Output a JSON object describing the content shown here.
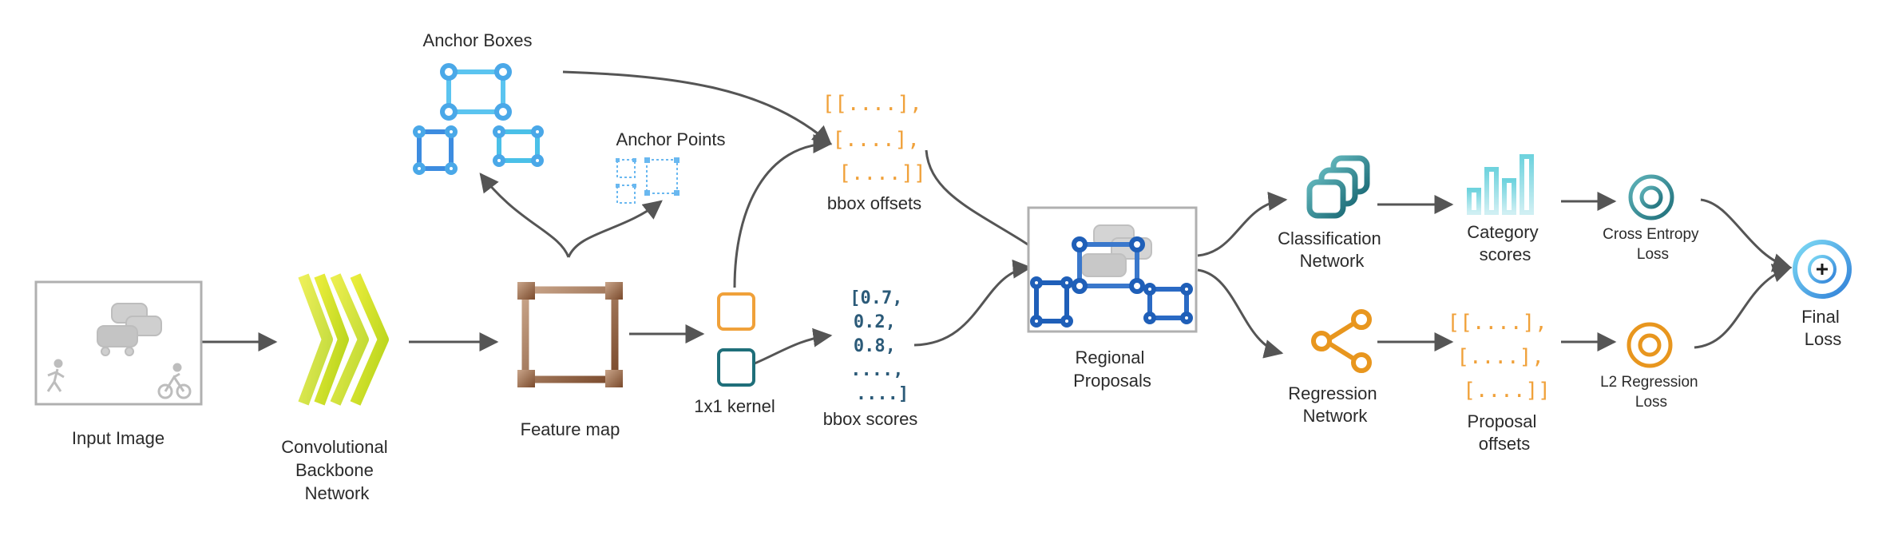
{
  "nodes": {
    "input_image": "Input Image",
    "backbone": [
      "Convolutional",
      "Backbone",
      "Network"
    ],
    "feature_map": "Feature map",
    "anchor_boxes": "Anchor Boxes",
    "anchor_points": "Anchor Points",
    "kernel": "1x1 kernel",
    "bbox_offsets": {
      "label": "bbox offsets",
      "lines": [
        "[[....],",
        "[....],",
        "[....]]"
      ]
    },
    "bbox_scores": {
      "label": "bbox scores",
      "lines": [
        "[0.7,",
        "0.2,",
        "0.8,",
        "....,",
        "....]"
      ]
    },
    "regional_proposals": [
      "Regional",
      "Proposals"
    ],
    "classification_network": [
      "Classification",
      "Network"
    ],
    "regression_network": [
      "Regression",
      "Network"
    ],
    "category_scores": [
      "Category",
      "scores"
    ],
    "proposal_offsets": {
      "label": [
        "Proposal",
        "offsets"
      ],
      "lines": [
        "[[....],",
        "[....],",
        "[....]]"
      ]
    },
    "cross_entropy_loss": [
      "Cross Entropy",
      "Loss"
    ],
    "l2_regression_loss": [
      "L2 Regression",
      "Loss"
    ],
    "final_loss": [
      "Final",
      "Loss"
    ]
  },
  "colors": {
    "arrow": "#555555",
    "backbone": "#c8dc1e",
    "feature_map": "#8b5a3c",
    "anchor": "#4aa8e8",
    "orange": "#f0a13a",
    "teal": "#1f6f7a",
    "dark_blue": "#1f5fb8"
  }
}
